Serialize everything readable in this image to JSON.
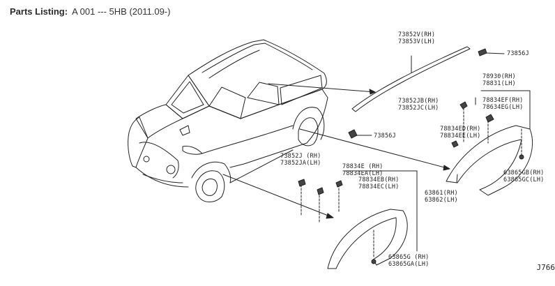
{
  "header": {
    "label": "Parts Listing:",
    "value": "A 001 --- 5HB (2011.09-)"
  },
  "parts": {
    "p73852v": [
      "73852V(RH)",
      "73853V(LH)"
    ],
    "p73856j_top": "73856J",
    "p78930": [
      "78930(RH)",
      "78831(LH)"
    ],
    "p73852jb": [
      "73852JB(RH)",
      "73852JC(LH)"
    ],
    "p78834ef": [
      "78834EF(RH)",
      "78634EG(LH)"
    ],
    "p73856j_bot": "73856J",
    "p78834ed": [
      "78834ED(RH)",
      "78834EE(LH)"
    ],
    "p63865gb": [
      "63865GB(RH)",
      "63865GC(LH)"
    ],
    "p73852j": [
      "73852J (RH)",
      "73852JA(LH)"
    ],
    "p78834e": [
      "78834E (RH)",
      "78834EA(LH)"
    ],
    "p78834eb": [
      "78834EB(RH)",
      "78834EC(LH)"
    ],
    "p63861": [
      "63861(RH)",
      "63862(LH)"
    ],
    "p63865g": [
      "63865G (RH)",
      "63865GA(LH)"
    ]
  },
  "figure_ref": "J766"
}
